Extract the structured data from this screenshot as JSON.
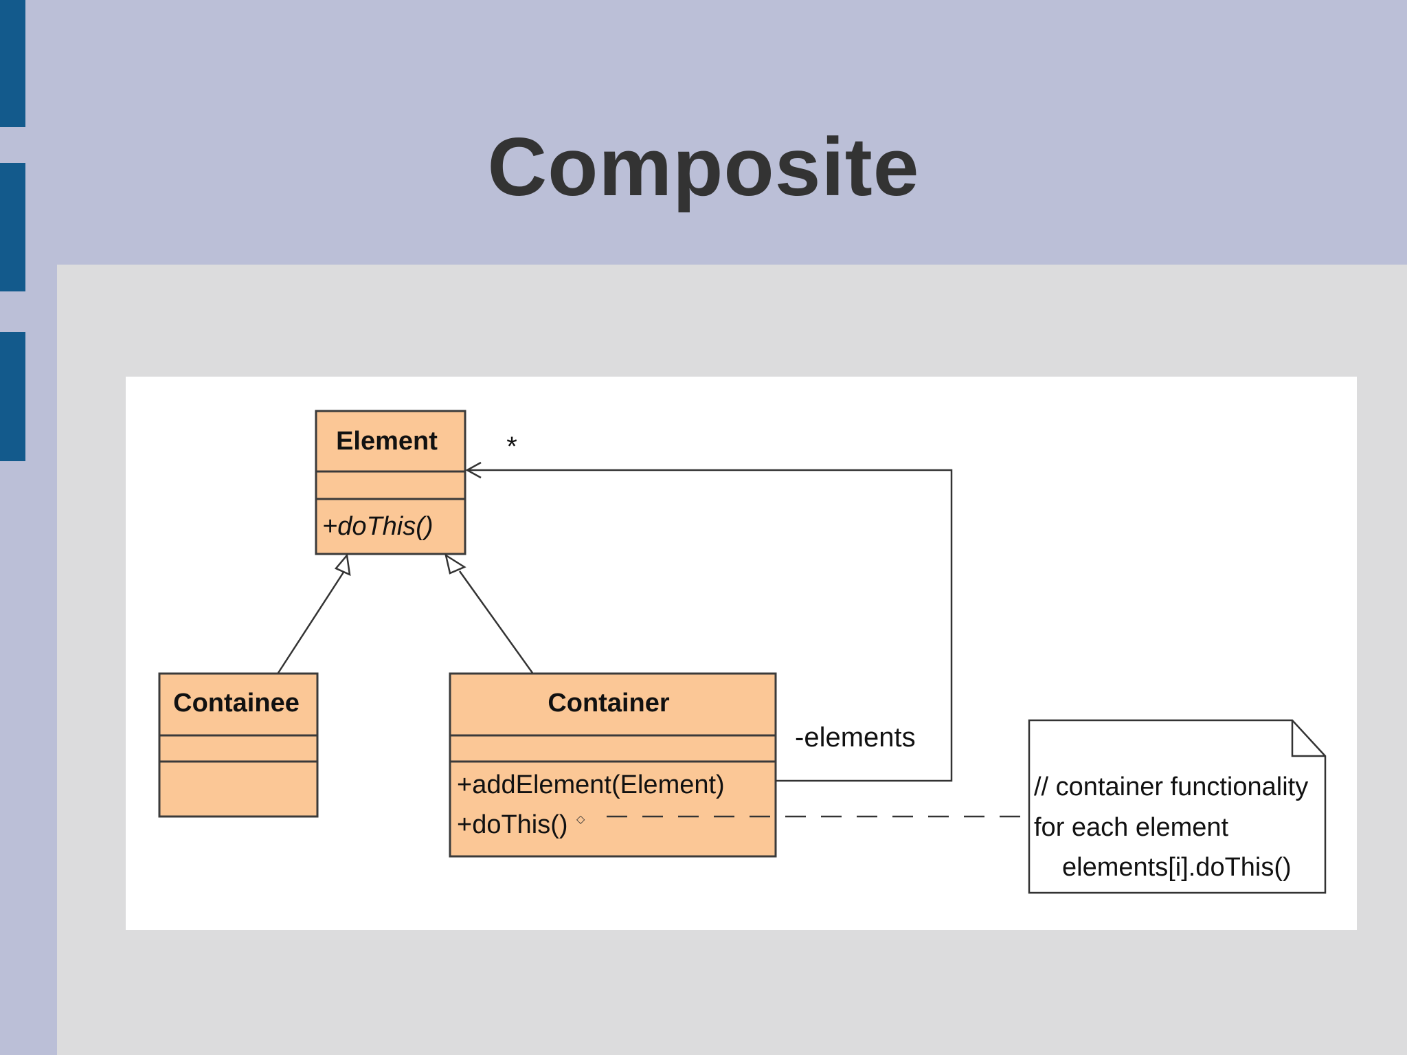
{
  "slide": {
    "title": "Composite"
  },
  "diagram": {
    "classes": {
      "element": {
        "name": "Element",
        "operation": "+doThis()"
      },
      "containee": {
        "name": "Containee"
      },
      "container": {
        "name": "Container",
        "operations": [
          "+addElement(Element)",
          "+doThis()"
        ]
      }
    },
    "association": {
      "role": "-elements",
      "multiplicity": "*"
    },
    "note": {
      "lines": [
        "// container functionality",
        "for each element",
        "elements[i].doThis()"
      ]
    },
    "colors": {
      "class_fill": "#fbc796",
      "header_band": "#bbbfd7",
      "accent": "#135a8c",
      "content_bg": "#dcdcdd"
    }
  }
}
